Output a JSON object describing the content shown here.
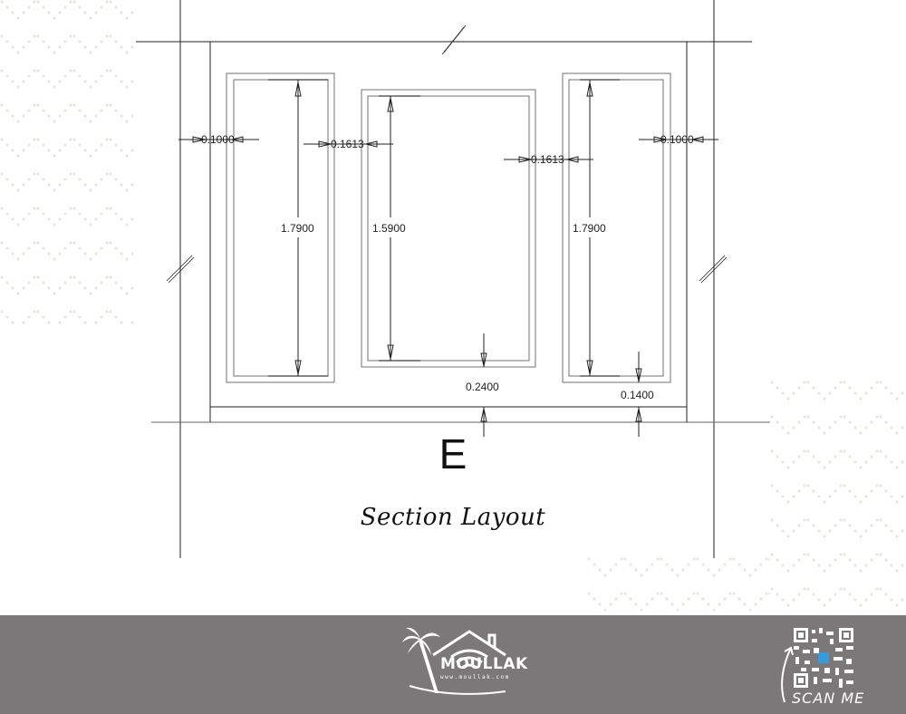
{
  "drawing": {
    "section_letter": "E",
    "title": "Section Layout",
    "dimensions": {
      "left_wall_gap": "0.1000",
      "left_window_to_center_gap": "0.1613",
      "center_window_to_right_gap": "0.1613",
      "right_wall_gap": "0.1000",
      "left_window_height": "1.7900",
      "center_window_height": "1.5900",
      "right_window_height": "1.7900",
      "center_sill_height": "0.2400",
      "side_sill_height": "0.1400"
    },
    "colors": {
      "line": "#222222",
      "window_frame": "#888888",
      "pattern_dot": "#e3eadb"
    }
  },
  "footer": {
    "brand": "MOULLAK",
    "website": "www.moullak.com",
    "qr_label": "SCAN ME",
    "background": "#7b7879"
  }
}
